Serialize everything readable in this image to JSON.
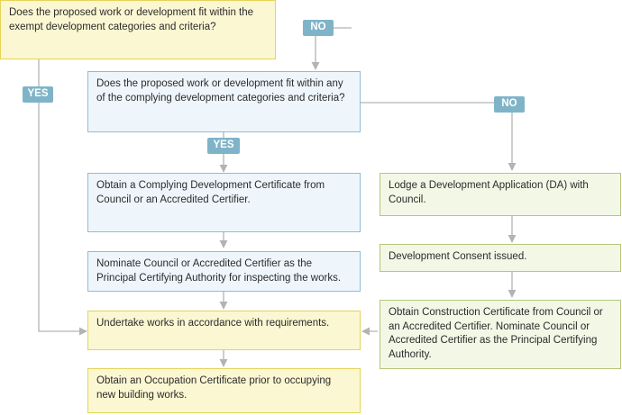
{
  "nodes": {
    "q_exempt": "Does the proposed work or development fit within the exempt development categories and criteria?",
    "q_complying": "Does the proposed work or development fit within any of the complying development categories and criteria?",
    "obtain_cdc": "Obtain a Complying Development Certificate from Council or an Accredited Certifier.",
    "nominate_pca": "Nominate Council or Accredited Certifier as the Principal Certifying Authority for inspecting the works.",
    "undertake_works": "Undertake works in accordance with requirements.",
    "occupation_cert": "Obtain an Occupation Certificate prior to occupying new building works.",
    "lodge_da": "Lodge a Development Application (DA) with Council.",
    "consent_issued": "Development Consent issued.",
    "construction_cert": "Obtain Construction Certificate from Council or an Accredited Certifier. Nominate Council or Accredited Certifier as the Principal Certifying Authority."
  },
  "labels": {
    "no_1": "NO",
    "yes_1": "YES",
    "yes_2": "YES",
    "no_2": "NO"
  },
  "colors": {
    "yellow_fill": "#fbf7d2",
    "yellow_border": "#e4d35a",
    "blue_fill": "#eef6fb",
    "blue_border": "#8fbcd6",
    "green_fill": "#f3f7e6",
    "green_border": "#b5c77b",
    "label_fill": "#7fb4c8",
    "connector": "#b3b3b3"
  }
}
